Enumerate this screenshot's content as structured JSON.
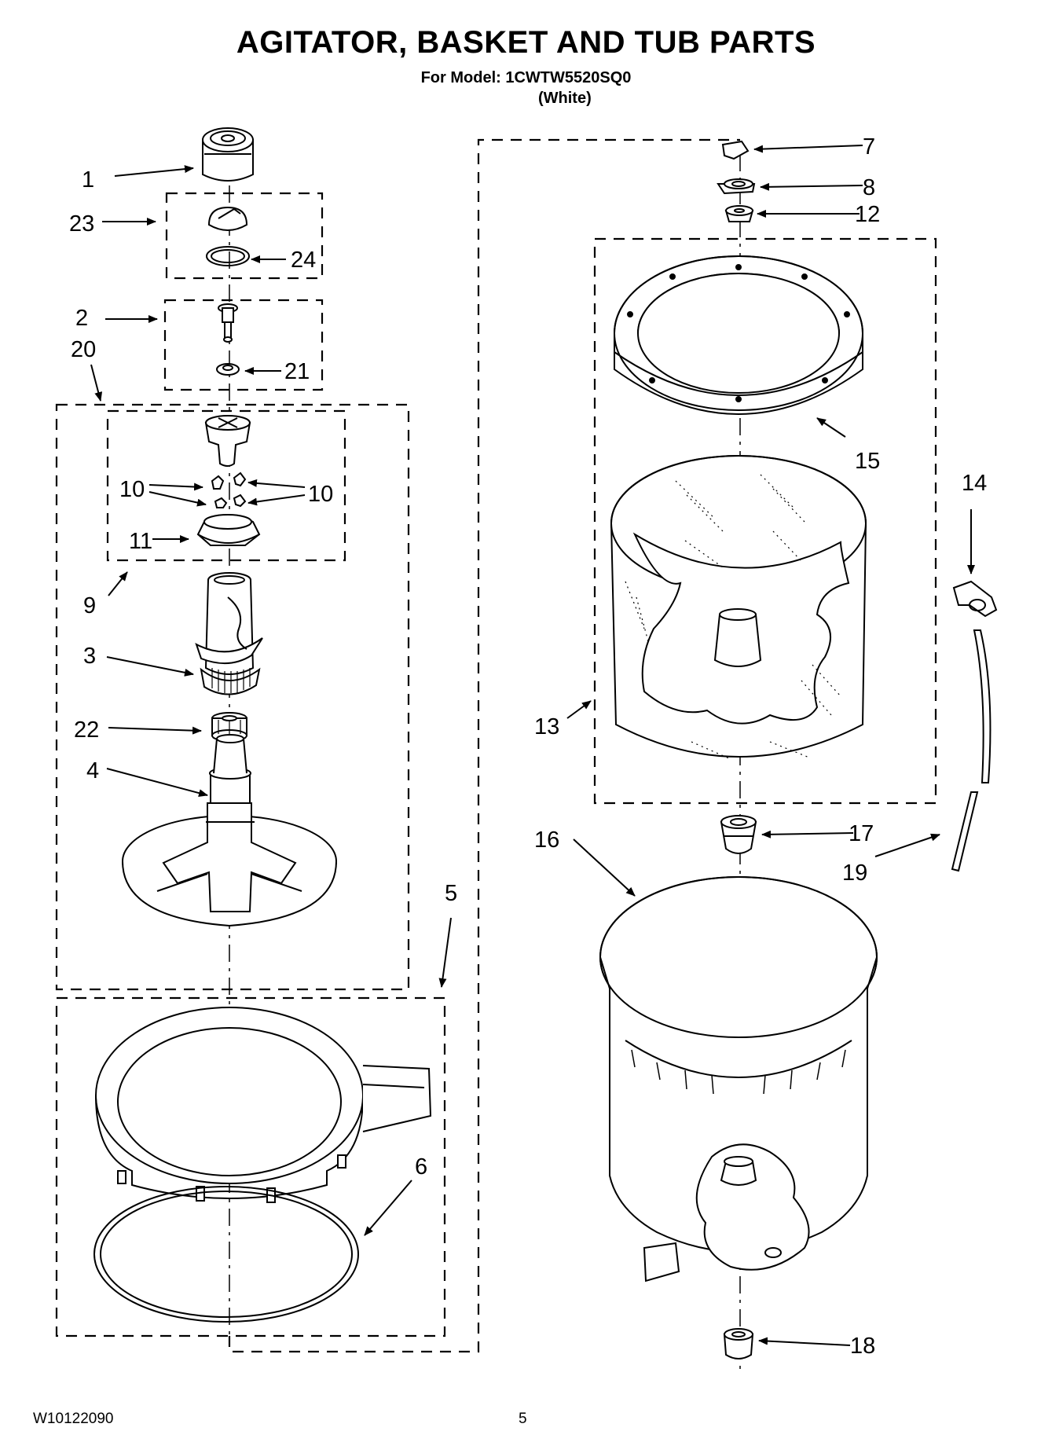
{
  "title": "AGITATOR, BASKET AND TUB PARTS",
  "model_line": "For Model: 1CWTW5520SQ0",
  "color_line": "(White)",
  "footer": {
    "doc_number": "W10122090",
    "page_number": "5"
  },
  "callouts": {
    "c1": "1",
    "c2": "2",
    "c3": "3",
    "c4": "4",
    "c5": "5",
    "c6": "6",
    "c7": "7",
    "c8": "8",
    "c9": "9",
    "c10a": "10",
    "c10b": "10",
    "c11": "11",
    "c12": "12",
    "c13": "13",
    "c14": "14",
    "c15": "15",
    "c16": "16",
    "c17": "17",
    "c18": "18",
    "c19": "19",
    "c20": "20",
    "c21": "21",
    "c22": "22",
    "c23": "23",
    "c24": "24"
  }
}
